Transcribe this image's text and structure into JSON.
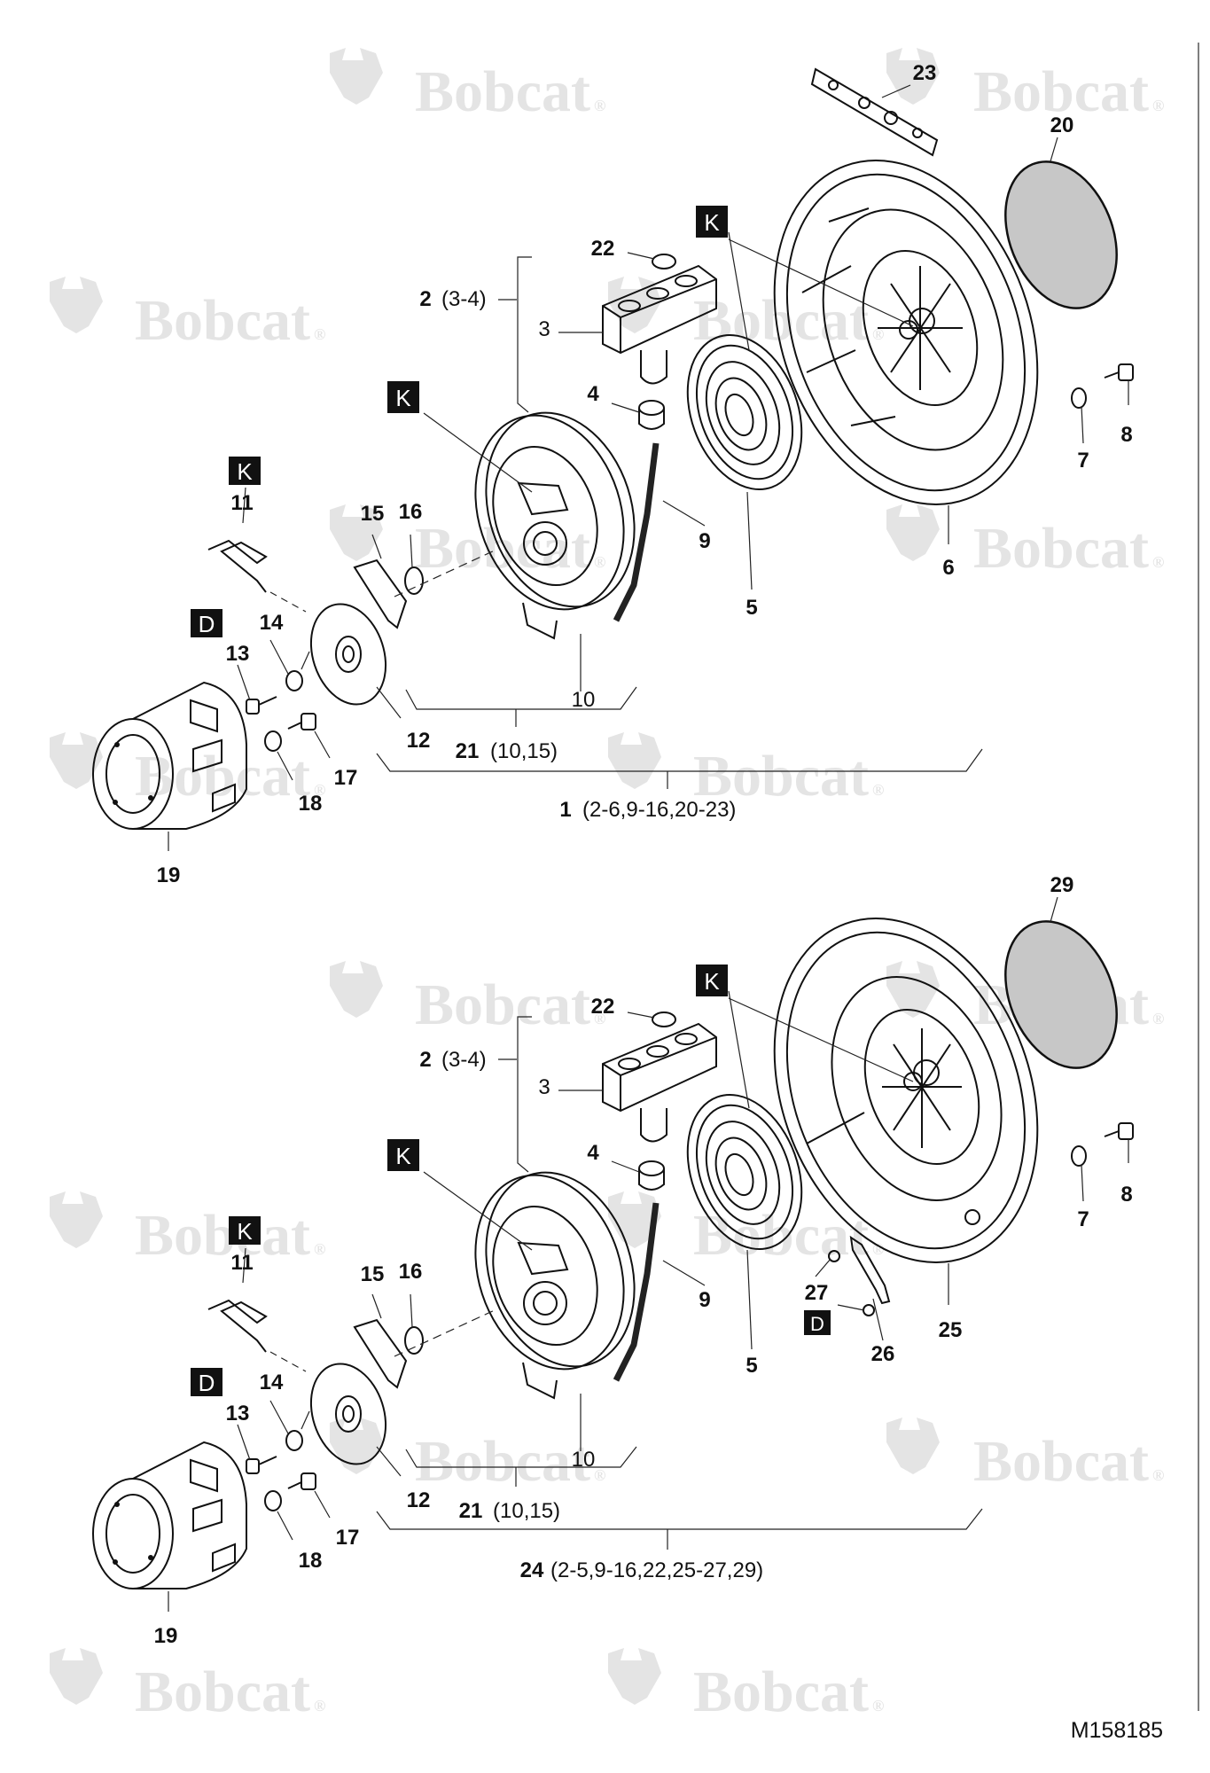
{
  "watermark": {
    "text": "Bobcat",
    "reg": "®"
  },
  "diagram_id": "M158185",
  "tag_letters": {
    "k": "K",
    "d": "D"
  },
  "top": {
    "labels": {
      "p23": "23",
      "p20": "20",
      "p22": "22",
      "p2": "2",
      "p2_range": "(3-4)",
      "p3": "3",
      "p4": "4",
      "p8": "8",
      "p7": "7",
      "p6": "6",
      "p5": "5",
      "p9": "9",
      "p11": "11",
      "p15": "15",
      "p16": "16",
      "p14": "14",
      "p13": "13",
      "p10": "10",
      "p12": "12",
      "p21": "21",
      "p21_range": "(10,15)",
      "p17": "17",
      "p18": "18",
      "p1": "1",
      "p1_range": "(2-6,9-16,20-23)",
      "p19": "19"
    }
  },
  "bottom": {
    "labels": {
      "p29": "29",
      "p22": "22",
      "p2": "2",
      "p2_range": "(3-4)",
      "p3": "3",
      "p4": "4",
      "p8": "8",
      "p7": "7",
      "p9": "9",
      "p5": "5",
      "p27": "27",
      "p26": "26",
      "p25": "25",
      "p11": "11",
      "p15": "15",
      "p16": "16",
      "p14": "14",
      "p13": "13",
      "p10": "10",
      "p12": "12",
      "p21": "21",
      "p21_range": "(10,15)",
      "p17": "17",
      "p18": "18",
      "p24": "24",
      "p24_range": "(2-5,9-16,22,25-27,29)",
      "p19": "19"
    }
  }
}
